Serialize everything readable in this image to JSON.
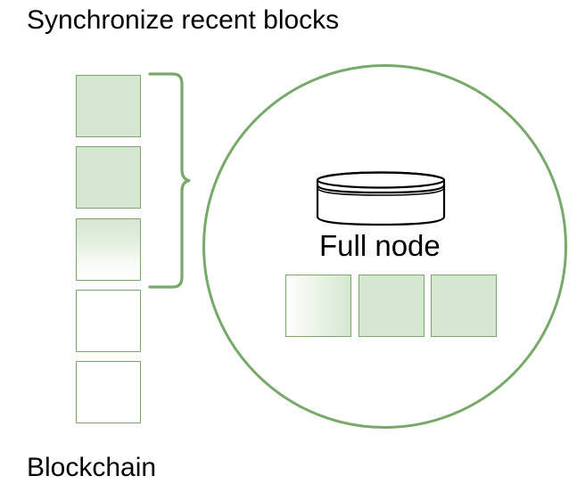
{
  "diagram": {
    "title": "Synchronize recent blocks",
    "chain_label": "Blockchain",
    "node_label": "Full node",
    "colors": {
      "block_border": "#79a96a",
      "block_fill": "#d6e6d0",
      "circle_stroke": "#79a96a",
      "brace_stroke": "#79a96a",
      "cylinder_stroke": "#000000",
      "text": "#000000",
      "background": "#ffffff"
    },
    "chain": {
      "name": "Blockchain",
      "blocks": [
        {
          "index": 1,
          "state": "synced",
          "fill": "solid"
        },
        {
          "index": 2,
          "state": "synced",
          "fill": "solid"
        },
        {
          "index": 3,
          "state": "partial",
          "fill": "gradient-vertical"
        },
        {
          "index": 4,
          "state": "pending",
          "fill": "empty"
        },
        {
          "index": 5,
          "state": "pending",
          "fill": "empty"
        }
      ],
      "brace": {
        "label": "",
        "covers_blocks": [
          1,
          2,
          3
        ],
        "direction": "right"
      }
    },
    "node": {
      "label": "Full node",
      "icon": "database-cylinder-icon",
      "blocks": [
        {
          "index": 1,
          "state": "partial",
          "fill": "gradient-horizontal"
        },
        {
          "index": 2,
          "state": "synced",
          "fill": "solid"
        },
        {
          "index": 3,
          "state": "synced",
          "fill": "solid"
        }
      ]
    }
  }
}
